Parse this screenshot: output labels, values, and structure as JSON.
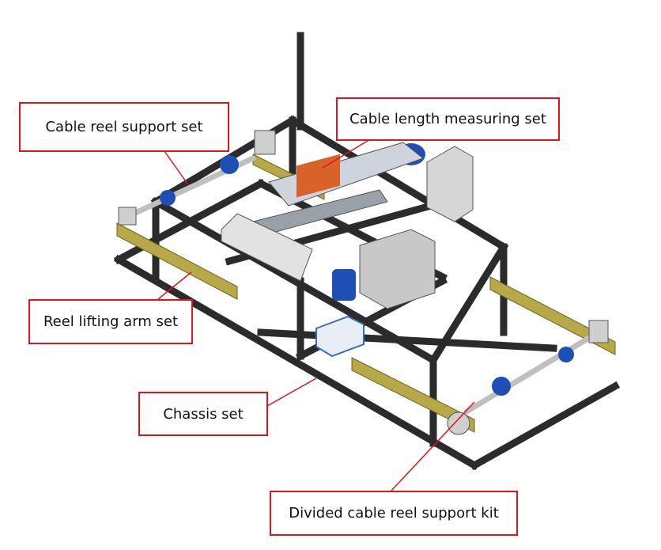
{
  "labels": {
    "cable_reel_support": "Cable reel support set",
    "cable_length_measuring": "Cable length measuring set",
    "reel_lifting_arm": "Reel lifting arm set",
    "chassis": "Chassis set",
    "divided_reel_support": "Divided cable reel support kit"
  },
  "colors": {
    "label_border": "#e0141c",
    "frame": "#2b2b2d",
    "arm": "#b7a94a",
    "motor": "#1f4fb5",
    "panel": "#d8d8d8"
  }
}
